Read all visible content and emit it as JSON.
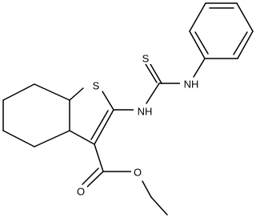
{
  "molecule": {
    "atoms": {
      "s_ring": "S",
      "s_thio": "S",
      "nh_left": "NH",
      "nh_right": "NH",
      "o_carbonyl": "O",
      "o_ester": "O"
    }
  }
}
